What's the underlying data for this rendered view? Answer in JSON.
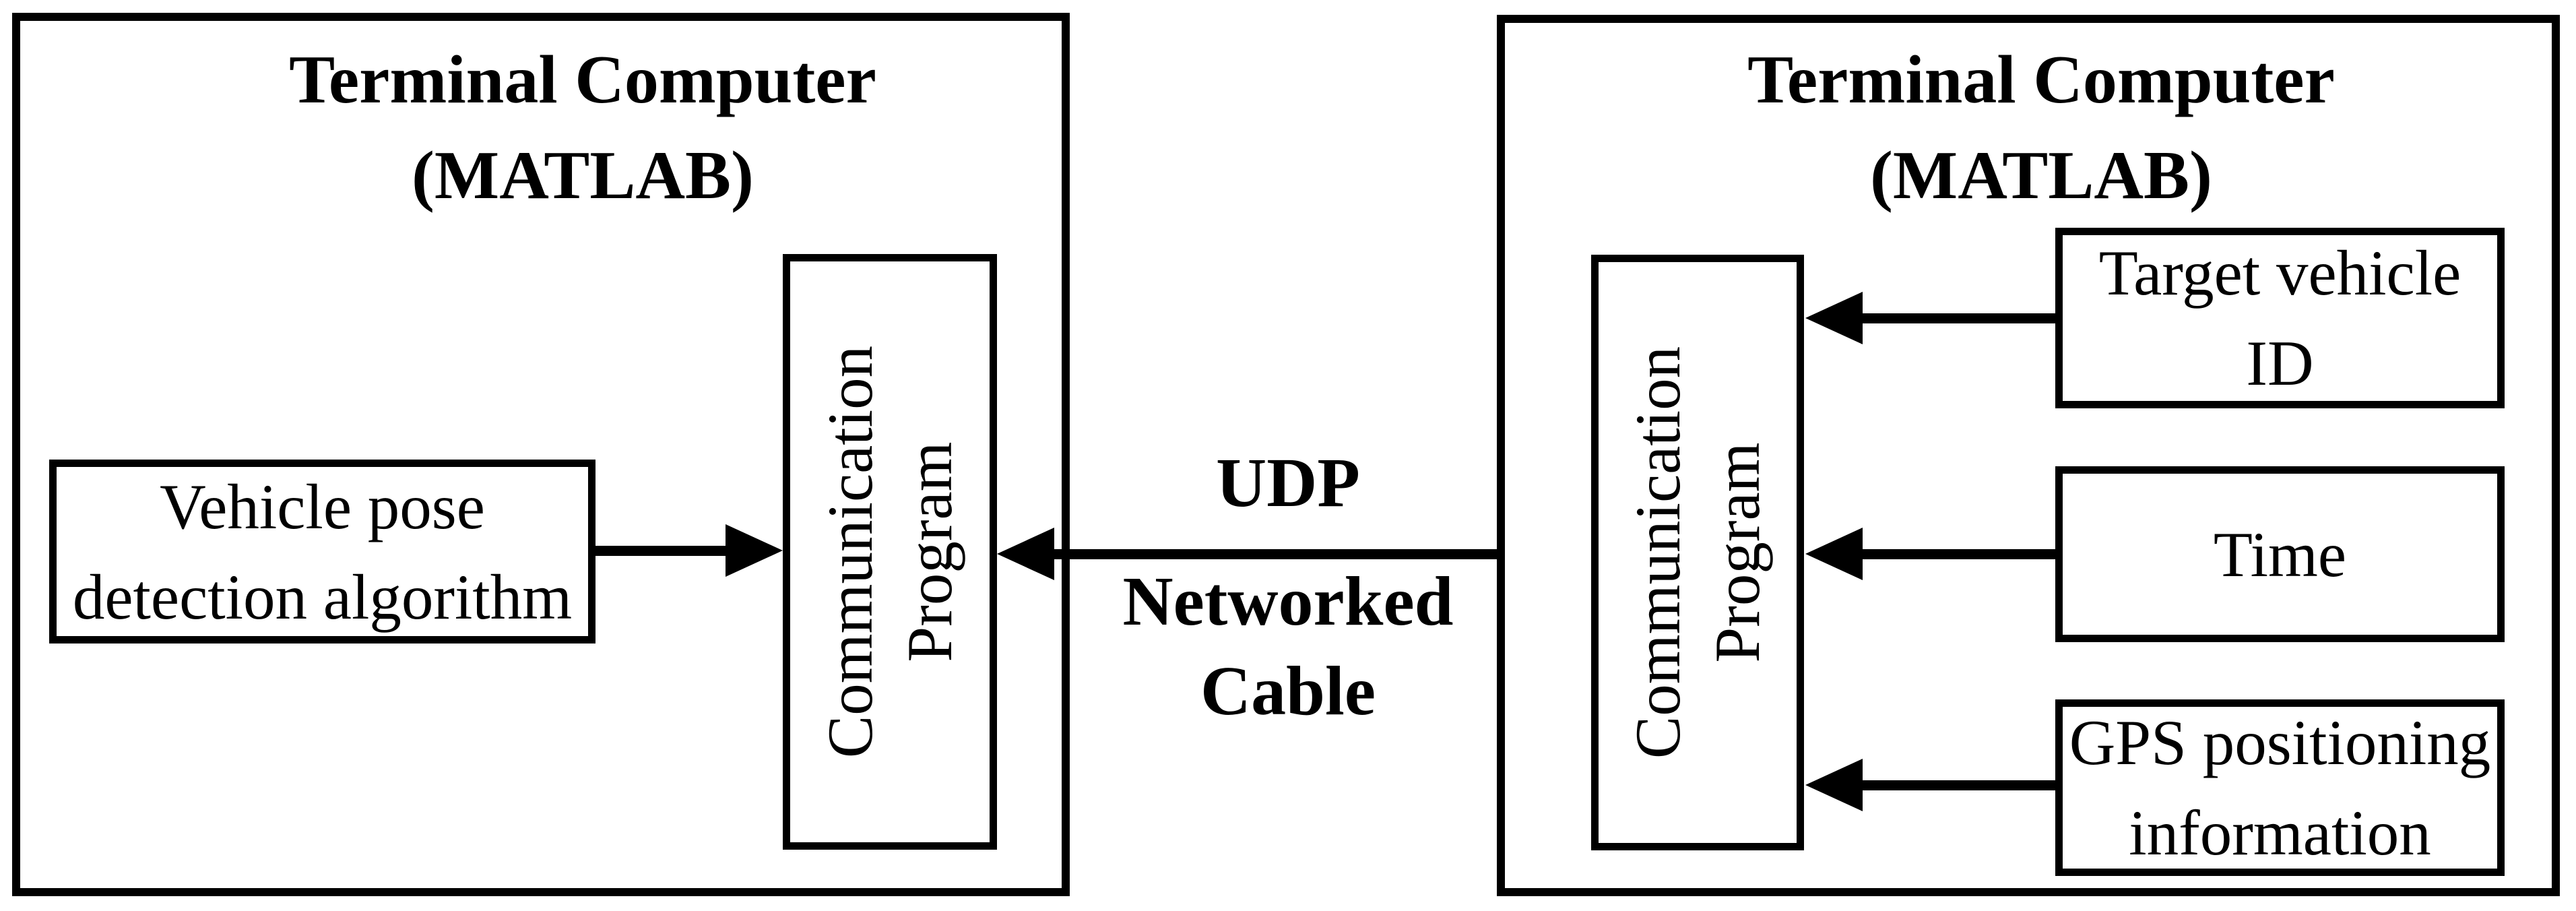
{
  "diagram": {
    "colors": {
      "ink": "#000000",
      "background": "#ffffff"
    },
    "left_terminal": {
      "title_line1": "Terminal Computer",
      "title_line2": "(MATLAB)",
      "vehicle_box": {
        "line1": "Vehicle pose",
        "line2": "detection algorithm"
      },
      "comm_box": {
        "line1": "Communication",
        "line2": "Program"
      }
    },
    "right_terminal": {
      "title_line1": "Terminal Computer",
      "title_line2": "(MATLAB)",
      "comm_box": {
        "line1": "Communication",
        "line2": "Program"
      },
      "target_box": {
        "line1": "Target vehicle",
        "line2": "ID"
      },
      "time_box": {
        "line1": "Time"
      },
      "gps_box": {
        "line1": "GPS positioning",
        "line2": "information"
      }
    },
    "link": {
      "line1": "UDP",
      "line2": "Networked",
      "line3": "Cable"
    }
  }
}
